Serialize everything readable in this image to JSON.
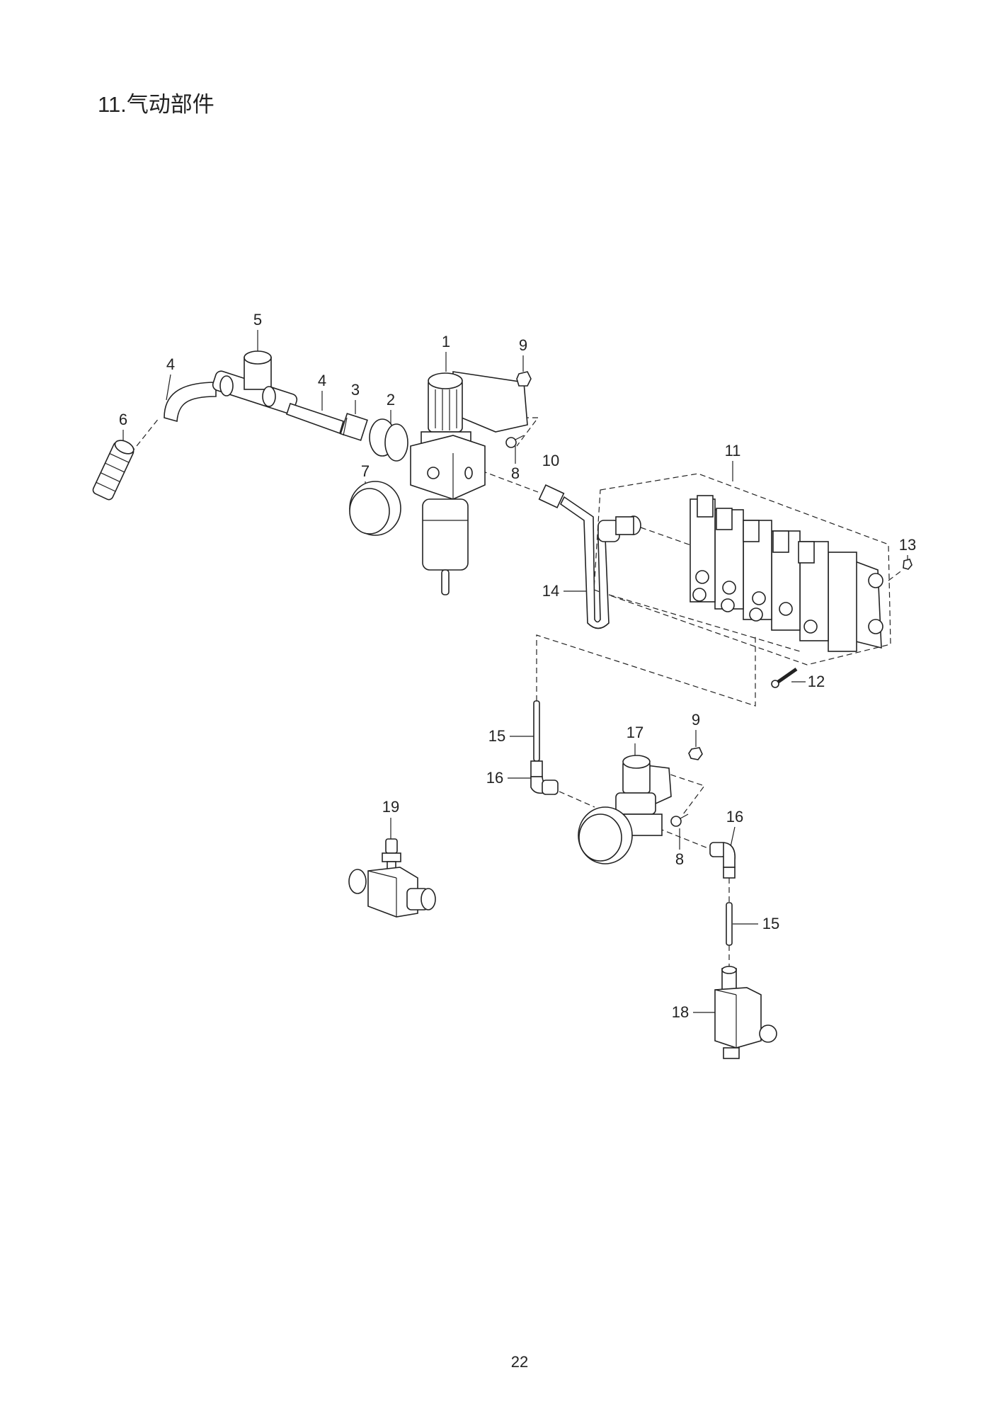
{
  "title": "11.气动部件",
  "page_number": "22",
  "callouts": {
    "c1": "1",
    "c2": "2",
    "c3": "3",
    "c4a": "4",
    "c4b": "4",
    "c5": "5",
    "c6": "6",
    "c7": "7",
    "c8a": "8",
    "c8b": "8",
    "c9a": "9",
    "c9b": "9",
    "c10": "10",
    "c11": "11",
    "c12": "12",
    "c13": "13",
    "c14": "14",
    "c15a": "15",
    "c15b": "15",
    "c16a": "16",
    "c16b": "16",
    "c17": "17",
    "c18": "18",
    "c19": "19"
  }
}
